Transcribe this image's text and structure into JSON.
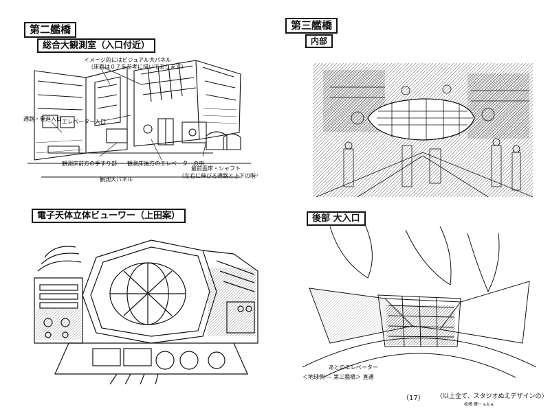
{
  "panels": {
    "top_left": {
      "title": "第二艦橋",
      "subtitle": "総合大観測室（入口付近）",
      "annotations": {
        "callout_1a": "イメージ的にはビジュアル大パネル",
        "callout_1b": "（床面は０７を参考に描いてあります）",
        "left_entrance": "通路・発進入口",
        "elevator_entrance": "エレベーター入口",
        "front_floor": "観測床前方の手すり部",
        "front_elevator": "観測床後方のエレベーターの中",
        "lower_mid": "観測大パネル",
        "right_note_1": "最前面床・シャフト",
        "right_note_2": "（左右に伸びる通路と上下の階へ）"
      }
    },
    "top_right": {
      "title": "第三艦橋",
      "subtitle": "内部"
    },
    "bottom_left": {
      "title": "電子天体立体ビューワー（上田案）"
    },
    "bottom_right": {
      "title": "後部 大入口",
      "annotations": {
        "elevator": "あとのエレベーター",
        "caption": "＜地球側 — 第三艦橋＞ 直通"
      }
    }
  },
  "footer": {
    "page_number": "（17）",
    "credit": "〈以上全て、スタジオぬえデザインの〉",
    "credit_sub": "松崎 健一 a.k.a."
  }
}
